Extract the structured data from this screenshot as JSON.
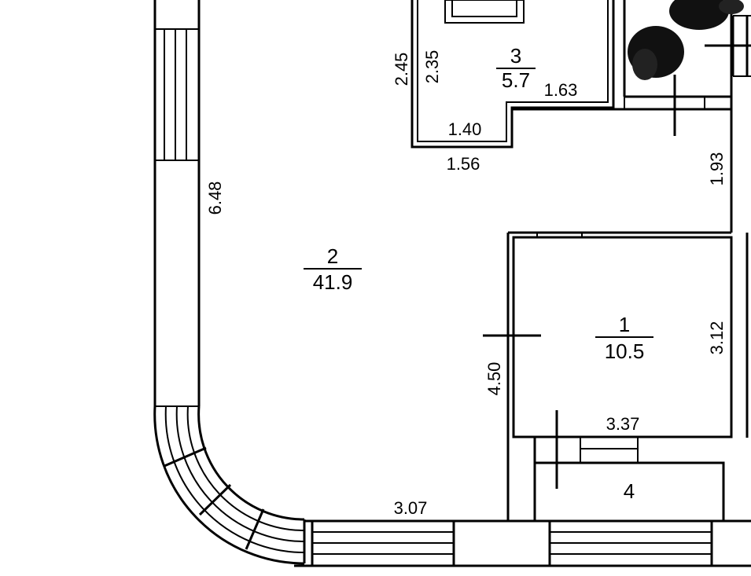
{
  "rooms": [
    {
      "number": "1",
      "area": "10.5"
    },
    {
      "number": "2",
      "area": "41.9"
    },
    {
      "number": "3",
      "area": "5.7"
    },
    {
      "number": "4",
      "area": ""
    }
  ],
  "dimensions": {
    "room3_outer_height": "2.45",
    "room3_inner_height": "2.35",
    "room3_right_width": "1.63",
    "room3_inner_width": "1.40",
    "room3_outer_width": "1.56",
    "corridor_right_height": "1.93",
    "room2_left_height": "6.48",
    "room1_right_height": "3.12",
    "room1_left_height": "4.50",
    "room1_bottom_width": "3.37",
    "room2_bottom_width": "3.07"
  },
  "colors": {
    "line": "#000000",
    "background": "#ffffff"
  }
}
